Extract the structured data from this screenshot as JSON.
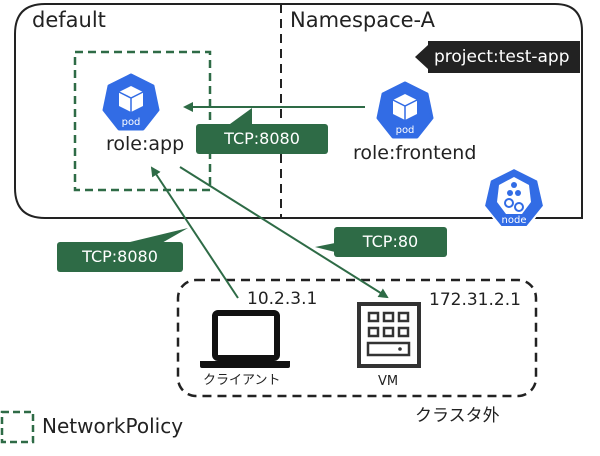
{
  "namespaces": {
    "default": "default",
    "namespace_a": "Namespace-A"
  },
  "tag": "project:test-app",
  "pods": {
    "app": {
      "icon": "pod",
      "label": "role:app"
    },
    "frontend": {
      "icon": "pod",
      "label": "role:frontend"
    }
  },
  "node": {
    "icon": "node"
  },
  "connections": [
    {
      "from": "role:frontend",
      "to": "role:app",
      "label": "TCP:8080"
    },
    {
      "from": "クライアント",
      "to": "role:app",
      "label": "TCP:8080"
    },
    {
      "from": "role:app",
      "to": "VM",
      "label": "TCP:80"
    }
  ],
  "external": {
    "client": {
      "label": "クライアント",
      "ip": "10.2.3.1"
    },
    "vm": {
      "label": "VM",
      "ip": "172.31.2.1"
    },
    "group_label": "クラスタ外"
  },
  "legend": {
    "label": "NetworkPolicy"
  },
  "colors": {
    "policy": "#2e6b46",
    "k8s_blue": "#326ce5",
    "dark": "#222222"
  }
}
